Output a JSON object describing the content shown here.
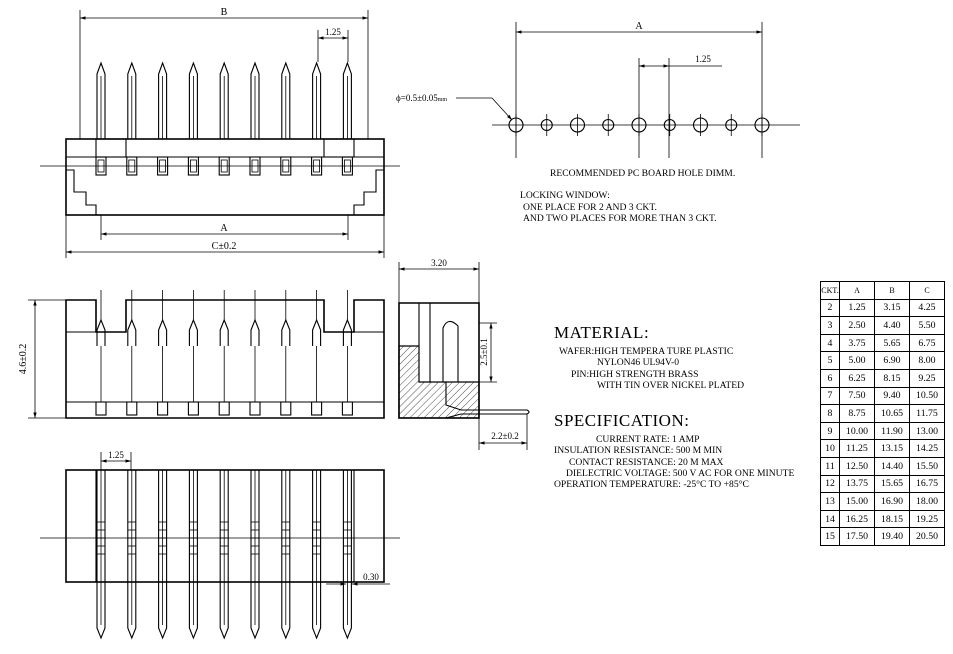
{
  "dimensions": {
    "top_b": "B",
    "top_pitch": "1.25",
    "top_a": "A",
    "top_c": "C±0.2",
    "hole_a": "A",
    "hole_pitch": "1.25",
    "hole_dia": "ϕ=0.5±0.05",
    "hole_dia_unit": "mm",
    "side_width": "3.20",
    "side_height": "2.5±0.1",
    "side_pin": "2.2±0.2",
    "front_height": "4.6±0.2",
    "bottom_pitch": "1.25",
    "bottom_pin_width": "0.30"
  },
  "hole_notes": {
    "recommended": "RECOMMENDED PC BOARD HOLE DIMM.",
    "locking_title": "LOCKING WINDOW:",
    "locking_line1": "ONE PLACE FOR 2 AND 3 CKT.",
    "locking_line2": "AND TWO PLACES FOR MORE THAN 3 CKT."
  },
  "material": {
    "title": "MATERIAL:",
    "wafer": "WAFER:HIGH TEMPERA TURE PLASTIC",
    "nylon": "NYLON46 UL94V-0",
    "pin": "PIN:HIGH STRENGTH BRASS",
    "plating": "WITH TIN OVER NICKEL PLATED"
  },
  "specification": {
    "title": "SPECIFICATION:",
    "current": "CURRENT RATE: 1 AMP",
    "insulation": "INSULATION RESISTANCE: 500 M   MIN",
    "contact": "CONTACT RESISTANCE: 20 M  MAX",
    "dielectric": "DIELECTRIC VOLTAGE: 500 V AC FOR ONE MINUTE",
    "operation": "OPERATION TEMPERATURE: -25°C TO +85°C"
  },
  "table": {
    "headers": [
      "CKT.",
      "A",
      "B",
      "C"
    ],
    "rows": [
      [
        "2",
        "1.25",
        "3.15",
        "4.25"
      ],
      [
        "3",
        "2.50",
        "4.40",
        "5.50"
      ],
      [
        "4",
        "3.75",
        "5.65",
        "6.75"
      ],
      [
        "5",
        "5.00",
        "6.90",
        "8.00"
      ],
      [
        "6",
        "6.25",
        "8.15",
        "9.25"
      ],
      [
        "7",
        "7.50",
        "9.40",
        "10.50"
      ],
      [
        "8",
        "8.75",
        "10.65",
        "11.75"
      ],
      [
        "9",
        "10.00",
        "11.90",
        "13.00"
      ],
      [
        "10",
        "11.25",
        "13.15",
        "14.25"
      ],
      [
        "11",
        "12.50",
        "14.40",
        "15.50"
      ],
      [
        "12",
        "13.75",
        "15.65",
        "16.75"
      ],
      [
        "13",
        "15.00",
        "16.90",
        "18.00"
      ],
      [
        "14",
        "16.25",
        "18.15",
        "19.25"
      ],
      [
        "15",
        "17.50",
        "19.40",
        "20.50"
      ]
    ]
  }
}
